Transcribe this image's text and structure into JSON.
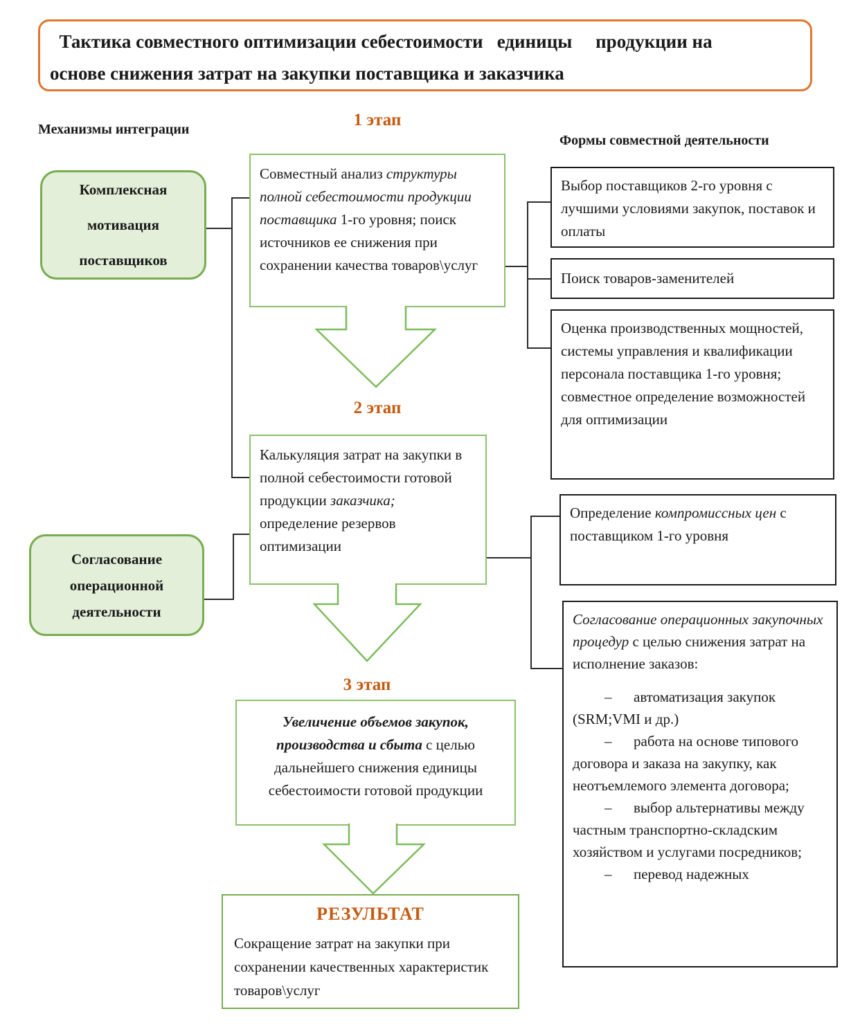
{
  "title": "  Тактика совместного оптимизации себестоимости   единицы     продукции на\nоснове снижения затрат на закупки поставщика и заказчика",
  "column_headers": {
    "left": "Механизмы интеграции",
    "right": "Формы совместной деятельности"
  },
  "stage_labels": {
    "stage1": "1 этап",
    "stage2": "2 этап",
    "stage3": "3 этап"
  },
  "mechanism_boxes": {
    "motivation_lines": [
      "Комплексная",
      "мотивация",
      "поставщиков"
    ],
    "coordination_lines": [
      "Согласование",
      "операционной",
      "деятельности"
    ]
  },
  "stage_boxes": {
    "stage1_segments": [
      {
        "t": "Совместный анализ "
      },
      {
        "t": "структуры полной себестоимости продукции поставщика",
        "i": true
      },
      {
        "t": " 1-го уровня; поиск источников ее снижения при сохранении качества товаров\\услуг"
      }
    ],
    "stage2_segments": [
      {
        "t": "Калькуляция затрат на закупки в полной себестоимости готовой продукции "
      },
      {
        "t": "заказчика;",
        "i": true
      },
      {
        "t": " определение резервов оптимизации"
      }
    ],
    "stage3_segments": [
      {
        "t": "Увеличение объемов закупок, производства и сбыта",
        "i": true,
        "b": true
      },
      {
        "t": " с целью дальнейшего снижения единицы себестоимости готовой продукции"
      }
    ]
  },
  "form_boxes": {
    "a": "Выбор поставщиков 2-го уровня с лучшими условиями закупок, поставок и оплаты",
    "b": "Поиск товаров-заменителей",
    "c": "Оценка производственных мощностей, системы управления и квалификации персонала поставщика 1-го уровня; совместное определение возможностей для оптимизации",
    "d_segments": [
      {
        "t": "Определение "
      },
      {
        "t": "компромиссных цен",
        "i": true
      },
      {
        "t": " с поставщиком 1-го уровня"
      }
    ],
    "e": {
      "intro_segments": [
        {
          "t": "Согласование операционных закупочных процедур",
          "i": true
        },
        {
          "t": " с целью снижения затрат на исполнение заказов:"
        }
      ],
      "items": [
        "–      автоматизация закупок (SRM;VMI и др.)",
        "–      работа на основе типового договора и заказа на закупку, как неотъемлемого элемента договора;",
        "–      выбор альтернативы между частным транспортно-складским хозяйством и услугами посредников;",
        "–      перевод надежных"
      ]
    }
  },
  "result": {
    "label": "РЕЗУЛЬТАТ",
    "text": "Сокращение затрат на закупки при сохранении качественных характеристик  товаров\\услуг"
  },
  "colors": {
    "accent_orange_text": "#c55a11",
    "title_border_orange": "#e0762f",
    "mechanism_green_border": "#77ac4f",
    "mechanism_green_fill": "#e3efd9",
    "stage_box_green_border": "#8cc069",
    "arrow_green": "#7cbb5c",
    "form_box_border": "#1a1a1a"
  }
}
